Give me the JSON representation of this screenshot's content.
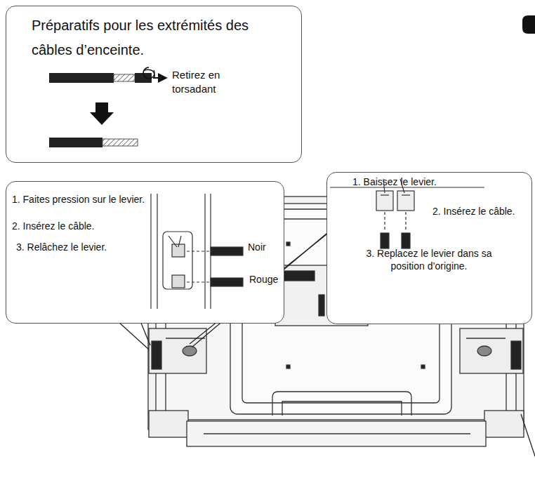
{
  "diagram": {
    "nodes": [
      {
        "text": [
          "Préparatifs pour les extrémités des câbles d’enceinte.",
          "Retirez en torsadant"
        ]
      },
      {
        "text": [
          "1. Faites pression sur le levier.",
          "2. Insérez le câble.",
          "3. Relâchez le levier.",
          "Noir",
          "Rouge"
        ]
      },
      {
        "text": [
          "1. Baissez le levier.",
          "2. Insérez le câble.",
          "3. Replacez le levier dans sa position d’origine."
        ]
      }
    ]
  }
}
